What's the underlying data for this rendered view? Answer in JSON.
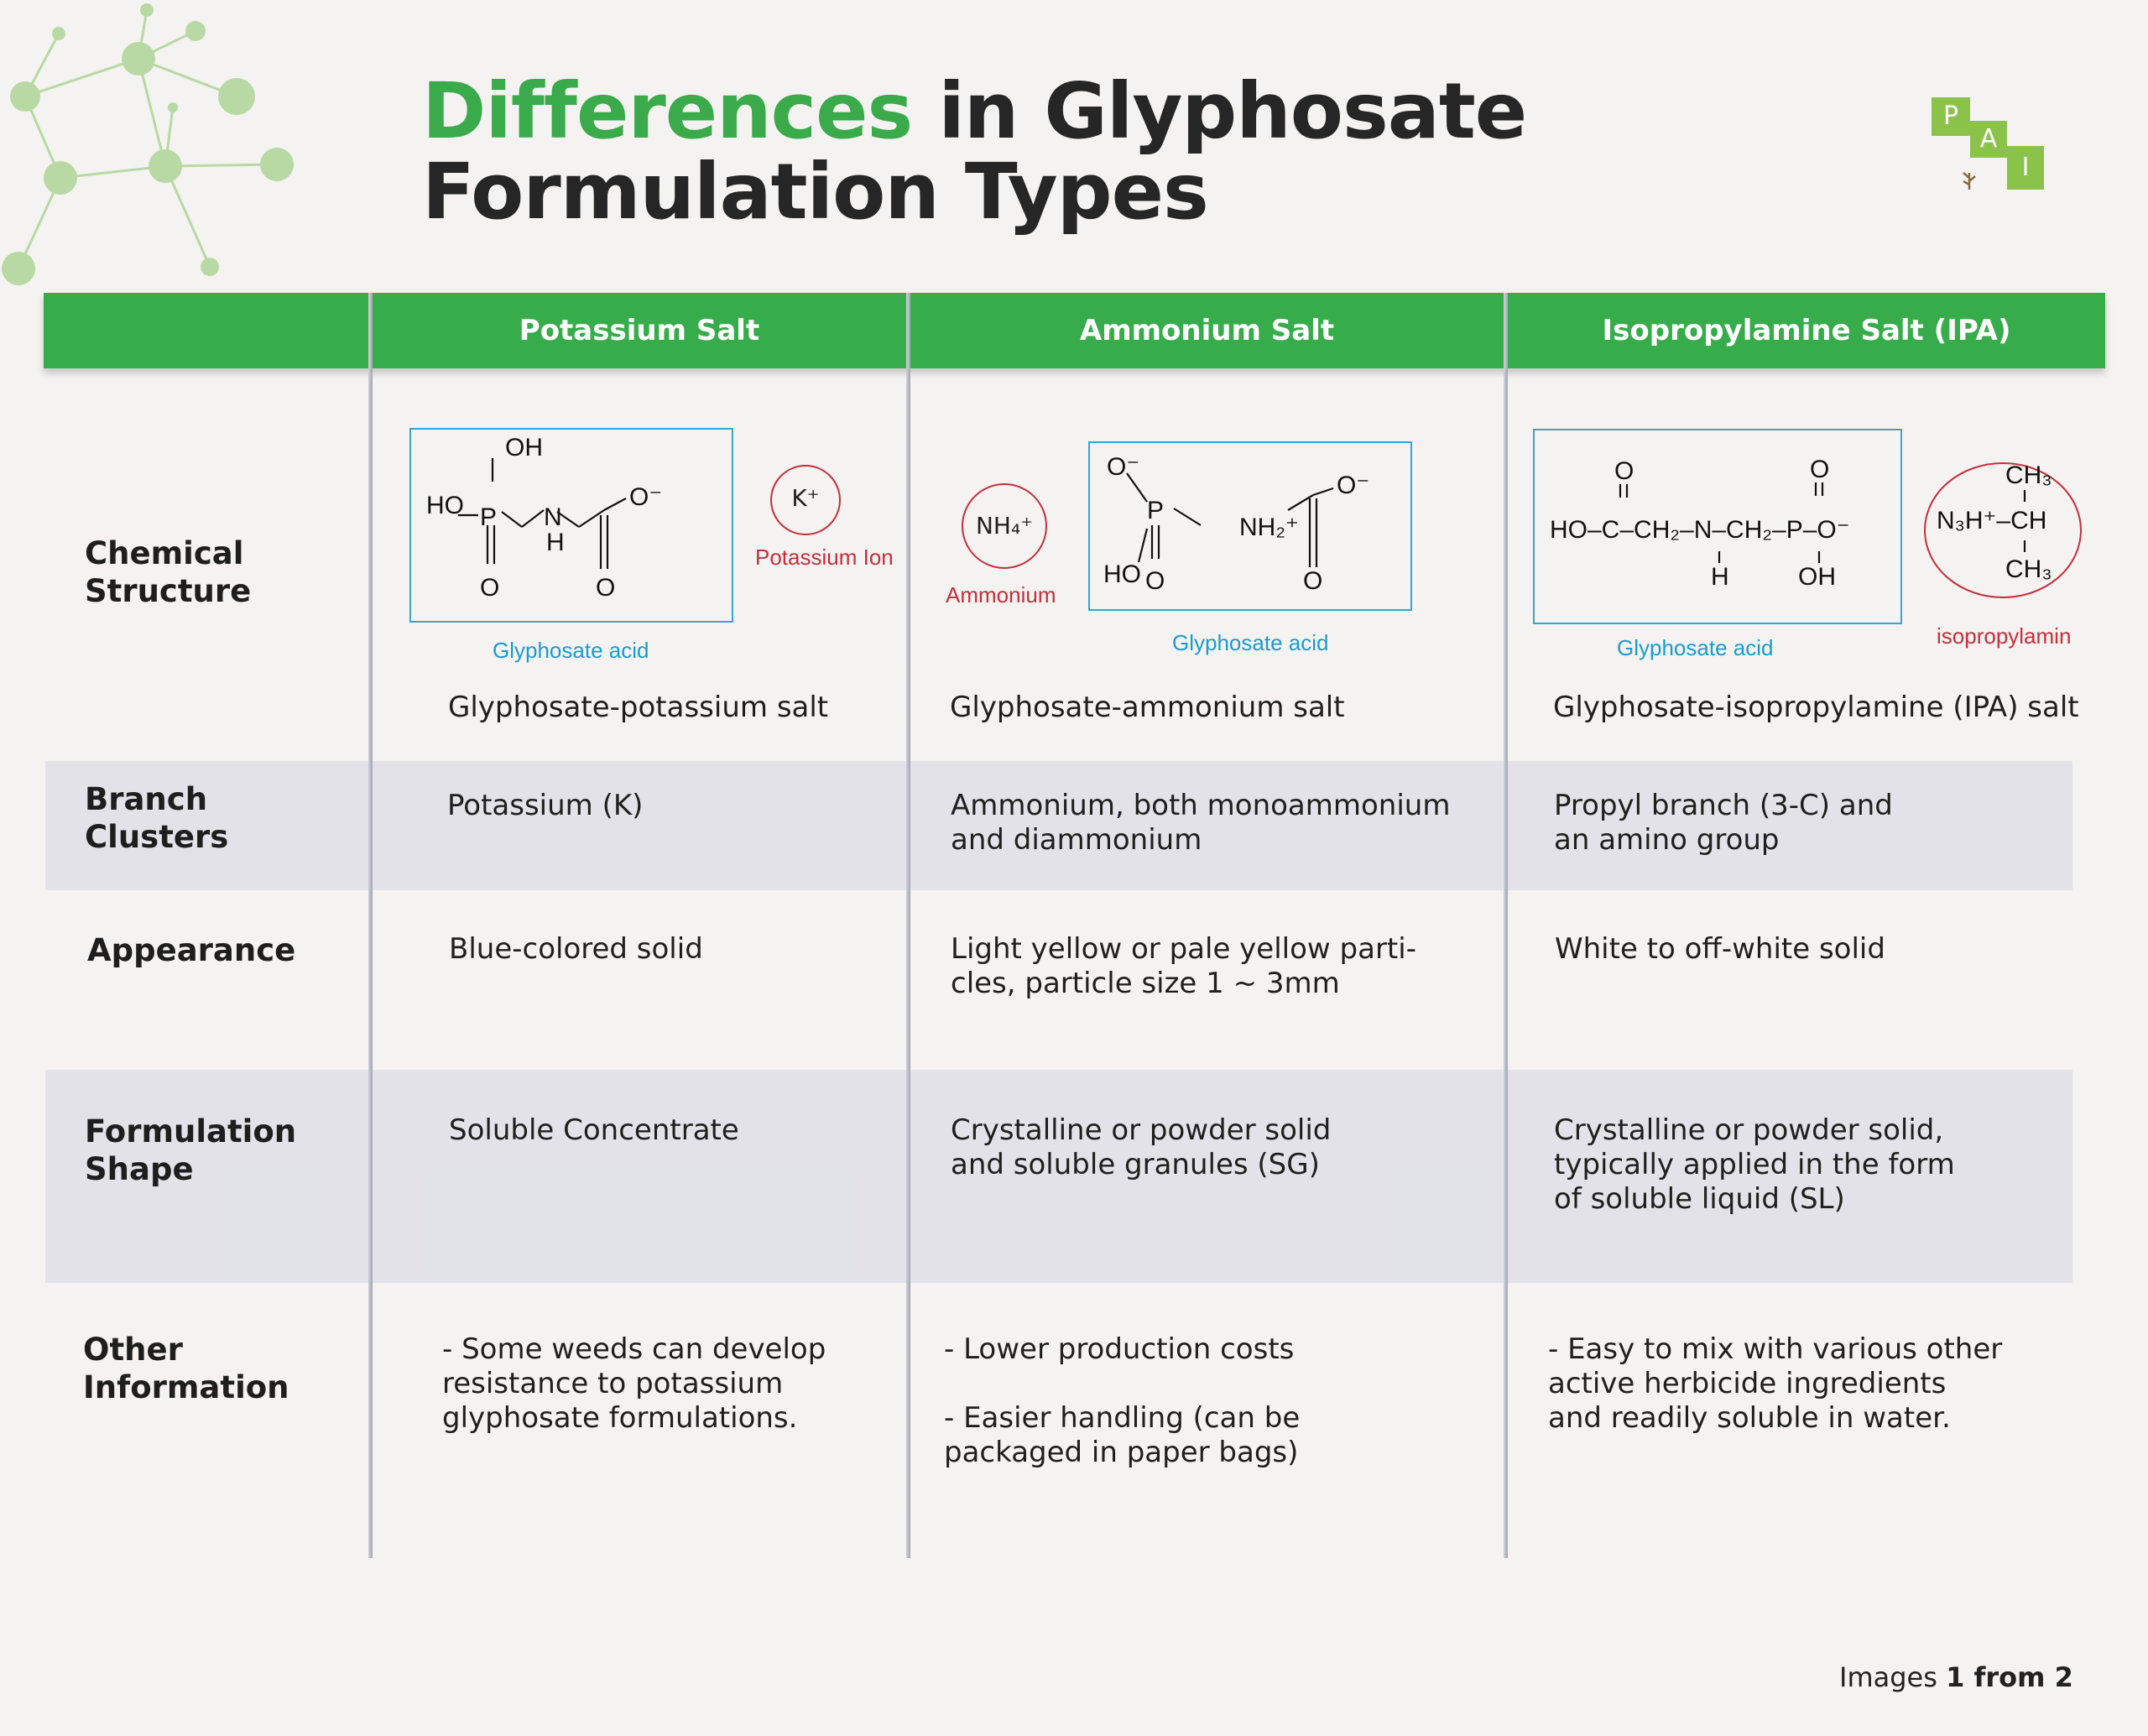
{
  "title": {
    "accent": "Differences",
    "rest": " in Glyphosate",
    "line2": "Formulation Types"
  },
  "logo": {
    "letters": [
      "P",
      "A",
      "I"
    ]
  },
  "columns": [
    "Potassium Salt",
    "Ammonium Salt",
    "Isopropylamine Salt (IPA)"
  ],
  "rows": {
    "chemical_structure": {
      "label": "Chemical\nStructure",
      "potassium": {
        "acid_label": "Glyphosate acid",
        "ion_label": "Potassium\nIon",
        "ion": "K⁺",
        "name": "Glyphosate-potassium salt"
      },
      "ammonium": {
        "acid_label": "Glyphosate acid",
        "ion_label": "Ammonium",
        "ion": "NH₄⁺",
        "name": "Glyphosate-ammonium salt"
      },
      "ipa": {
        "acid_label": "Glyphosate acid",
        "ion_label": "isopropylamin",
        "name": "Glyphosate-isopropylamine (IPA) salt"
      }
    },
    "branch_clusters": {
      "label": "Branch\nClusters",
      "values": [
        "Potassium (K)",
        "Ammonium, both monoammonium\nand diammonium",
        "Propyl branch (3-C) and\nan amino group"
      ]
    },
    "appearance": {
      "label": "Appearance",
      "values": [
        "Blue-colored solid",
        "Light yellow or pale yellow parti-\ncles, particle size 1 ~ 3mm",
        "White to off-white solid"
      ]
    },
    "formulation_shape": {
      "label": "Formulation\nShape",
      "values": [
        "Soluble Concentrate",
        "Crystalline or powder solid\nand soluble granules (SG)",
        "Crystalline or powder solid,\ntypically applied in the form\nof soluble liquid (SL)"
      ]
    },
    "other_information": {
      "label": "Other\nInformation",
      "values": [
        "- Some weeds can develop\n  resistance to potassium\n  glyphosate formulations.",
        "- Lower production costs\n\n- Easier handling (can be\n  packaged in paper bags)",
        "- Easy to mix with various other\n  active herbicide ingredients\n  and readily soluble in water."
      ]
    }
  },
  "footer": {
    "prefix": "Images ",
    "page": "1 from 2"
  },
  "colors": {
    "green": "#36ad4a",
    "blue": "#1a9bd0",
    "red": "#c62f3a",
    "band": "#dcdde6"
  }
}
